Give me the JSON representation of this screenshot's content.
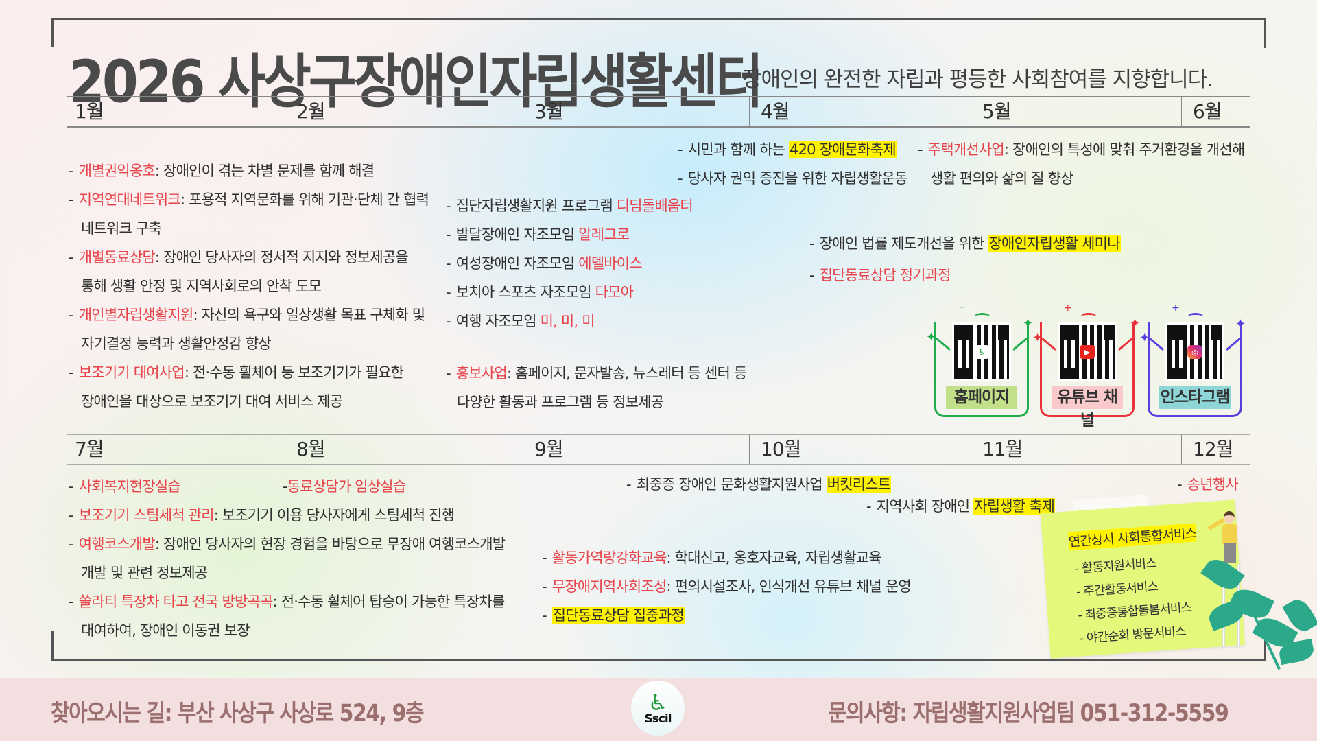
{
  "header": {
    "title": "2026 사상구장애인자립생활센터",
    "subtitle": "장애인의 완전한 자립과 평등한 사회참여를 지향합니다."
  },
  "months_top": [
    "1월",
    "2월",
    "3월",
    "4월",
    "5월",
    "6월"
  ],
  "months_bottom": [
    "7월",
    "8월",
    "9월",
    "10월",
    "11월",
    "12월"
  ],
  "first_half": {
    "jan_feb": [
      {
        "label": "개별권익옹호",
        "desc": ": 장애인이 겪는 차별 문제를 함께 해결"
      },
      {
        "label": "지역연대네트워크",
        "desc": ": 포용적 지역문화를 위해 기관·단체 간 협력",
        "cont": "네트워크 구축"
      },
      {
        "label": "개별동료상담",
        "desc": ": 장애인 당사자의 정서적 지지와 정보제공을",
        "cont": "통해 생활 안정 및 지역사회로의 안착 도모"
      },
      {
        "label": "개인별자립생활지원",
        "desc": ": 자신의 욕구와 일상생활 목표 구체화 및",
        "cont": "자기결정 능력과 생활안정감 향상"
      },
      {
        "label": "보조기기 대여사업",
        "desc": ": 전·수동 휠체어 등 보조기기가 필요한",
        "cont": "장애인을 대상으로 보조기기 대여 서비스 제공"
      }
    ],
    "mar": [
      {
        "text": "집단자립생활지원 프로그램 ",
        "accent": "디딤돌배움터"
      },
      {
        "text": "발달장애인 자조모임 ",
        "accent": "알레그로"
      },
      {
        "text": "여성장애인 자조모임 ",
        "accent": "에델바이스"
      },
      {
        "text": "보치아 스포츠 자조모임 ",
        "accent": "다모아"
      },
      {
        "text": "여행 자조모임 ",
        "accent": "미, 미, 미"
      }
    ],
    "promo": {
      "label": "홍보사업",
      "desc": ": 홈페이지, 문자발송, 뉴스레터 등 센터 등",
      "cont": "다양한 활동과 프로그램 등 정보제공"
    },
    "apr": [
      {
        "text": "시민과 함께 하는 ",
        "highlight": "420 장애문화축제"
      },
      {
        "text": "당사자 권익 증진을 위한 자립생활운동"
      }
    ],
    "may": {
      "label": "주택개선사업",
      "desc": ": 장애인의 특성에 맞춰 주거환경을 개선해",
      "cont": "생활 편의와 삶의 질 향상"
    },
    "apr_may_lower": [
      {
        "text": "장애인 법률 제도개선을 위한 ",
        "highlight": "장애인자립생활 세미나"
      },
      {
        "accent": "집단동료상담 정기과정"
      }
    ]
  },
  "qr_codes": [
    {
      "label": "홈페이지",
      "color": "#1fae4b",
      "label_bg": "#c2e08a",
      "badge": "♿"
    },
    {
      "label": "유튜브 채널",
      "color": "#e8333a",
      "label_bg": "#f9c9cc",
      "badge": "▶"
    },
    {
      "label": "인스타그램",
      "color": "#5a3ee0",
      "label_bg": "#8fd6d9",
      "badge": "◎"
    }
  ],
  "second_half": {
    "jul_a": "사회복지현장실습",
    "aug_a": "동료상담가 임상실습",
    "jul_items": [
      {
        "label": "보조기기 스팀세척 관리",
        "desc": ": 보조기기 이용 당사자에게 스팀세척 진행"
      },
      {
        "label": "여행코스개발",
        "desc": ": 장애인 당사자의 현장 경험을 바탕으로 무장애 여행코스개발",
        "cont": "개발 및 관련 정보제공"
      },
      {
        "label": "쏠라티 특장차 타고 전국 방방곡곡",
        "desc": ": 전·수동 휠체어 탑승이 가능한 특장차를",
        "cont": "대여하여, 장애인 이동권 보장"
      }
    ],
    "oct": {
      "text": "최중증 장애인 문화생활지원사업 ",
      "highlight": "버킷리스트"
    },
    "nov": {
      "text": "지역사회 장애인 ",
      "highlight": "자립생활 축제"
    },
    "dec": "송년행사",
    "sep_items": [
      {
        "label": "활동가역량강화교육",
        "desc": ": 학대신고, 옹호자교육, 자립생활교육"
      },
      {
        "label": "무장애지역사회조성",
        "desc": ": 편의시설조사, 인식개선 유튜브 채널 운영"
      },
      {
        "highlight": "집단동료상담 집중과정"
      }
    ]
  },
  "note": {
    "title": "연간상시 사회통합서비스",
    "items": [
      "- 활동지원서비스",
      "- 주간활동서비스",
      "- 최중증통합돌봄서비스",
      "- 야간순회 방문서비스"
    ]
  },
  "footer": {
    "address": "찾아오시는 길: 부산 사상구 사상로 524, 9층",
    "logo_text": "Sscil",
    "contact": "문의사항: 자립생활지원사업팀 051-312-5559"
  },
  "colors": {
    "accent_red": "#e8424a",
    "highlight_yellow": "#fff200",
    "footer_bg": "#f4dfe0",
    "footer_text": "#9a6f6e"
  },
  "dash": "-"
}
